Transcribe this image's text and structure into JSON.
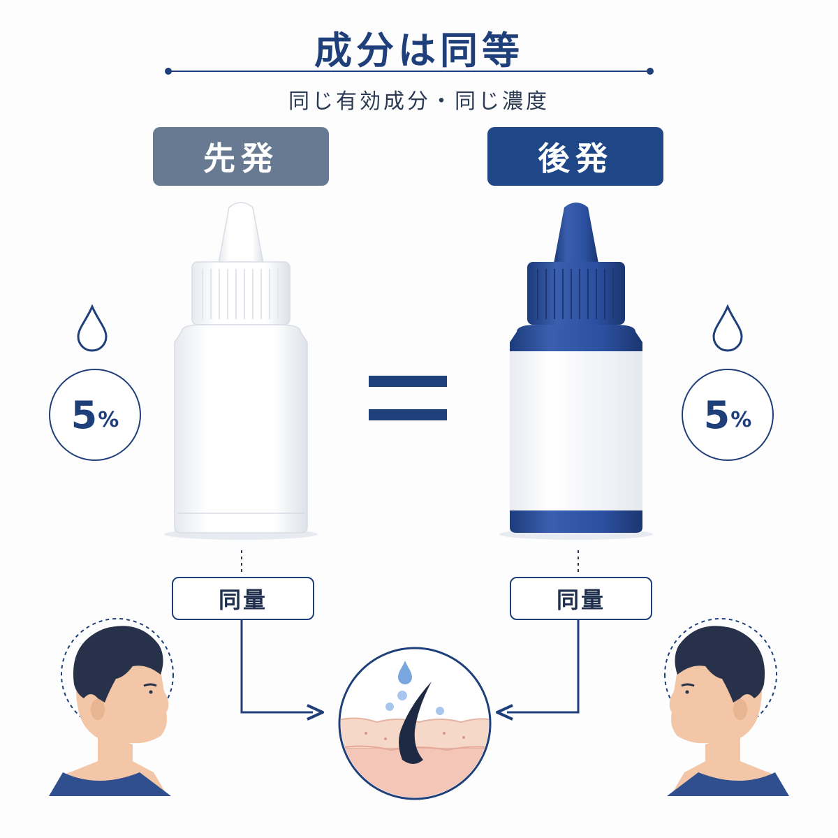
{
  "header": {
    "title": "成分は同等",
    "subtitle": "同じ有効成分・同じ濃度"
  },
  "products": {
    "left": {
      "label": "先発",
      "concentration_value": "5",
      "concentration_unit": "%",
      "amount_label": "同量"
    },
    "right": {
      "label": "後発",
      "concentration_value": "5",
      "concentration_unit": "%",
      "amount_label": "同量"
    }
  },
  "colors": {
    "navy": "#1f3f7a",
    "left_badge": "#687a92",
    "right_badge": "#1f4787",
    "white_bottle": "#ffffff",
    "blue_bottle": "#274a93",
    "skin": "#f0c9b8"
  },
  "icons": [
    "drop-icon",
    "equals-icon",
    "bottle-icon",
    "head-profile-icon",
    "hair-follicle-icon"
  ]
}
